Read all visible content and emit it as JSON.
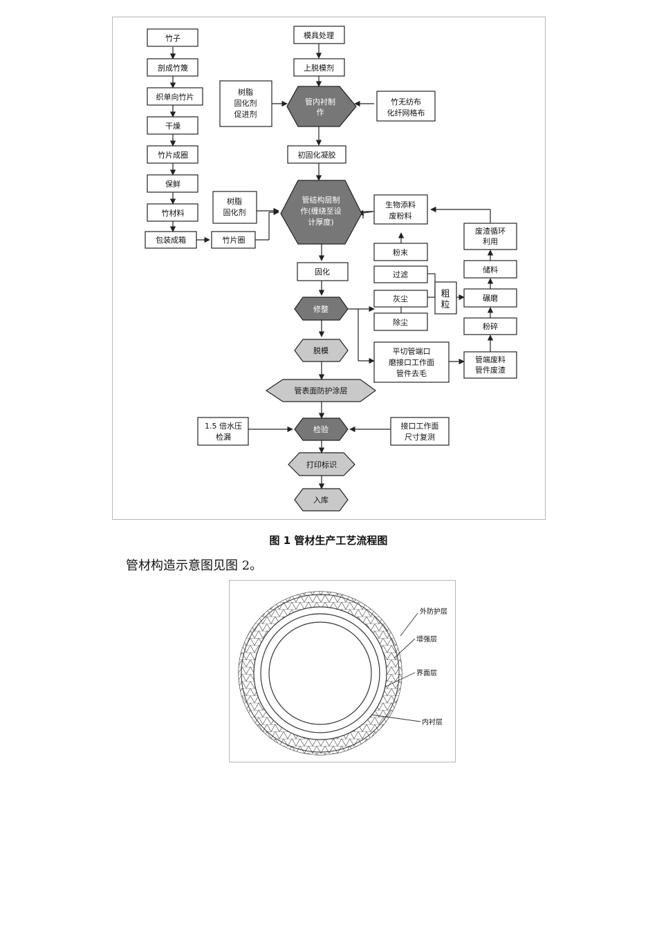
{
  "figure1": {
    "caption": "图 1 管材生产工艺流程图",
    "nodes": {
      "n_zhuzi": "竹子",
      "n_pouchengzhumie": "剖成竹篾",
      "n_zhidanxiang": "织单向竹片",
      "n_ganzao": "干燥",
      "n_zhupianchengjuan": "竹片成圈",
      "n_baoxian": "保鲜",
      "n_zhucailiao": "竹材料",
      "n_baozhuangchengxiang": "包装成箱",
      "n_zhupianjuan": "竹片圈",
      "n_shuzhi2_line1": "树脂",
      "n_shuzhi2_line2": "固化剂",
      "n_mojuchuli": "模具处理",
      "n_shangtuomoji": "上脱模剂",
      "n_shuzhi1_line1": "树脂",
      "n_shuzhi1_line2": "固化剂",
      "n_shuzhi1_line3": "促进剂",
      "n_guanneichenzhi_line1": "管内衬制",
      "n_guanneichenzhi_line2": "作",
      "n_zhuwufang_line1": "竹无纺布",
      "n_zhuwufang_line2": "化纤网格布",
      "n_chuguhua": "初固化凝胶",
      "n_guanjiegou_line1": "管结构层制",
      "n_guanjiegou_line2": "作(缠绕至设",
      "n_guanjiegou_line3": "计厚度)",
      "n_shengwu_line1": "生物添料",
      "n_shengwu_line2": "废粉料",
      "n_fenmo": "粉末",
      "n_guolv": "过滤",
      "n_huichen": "灰尘",
      "n_chuchen": "除尘",
      "n_culi_line1": "粗",
      "n_culi_line2": "粒",
      "n_feizha_line1": "废渣循环",
      "n_feizha_line2": "利用",
      "n_chuliao": "储料",
      "n_nianmo": "碾磨",
      "n_fensui": "粉碎",
      "n_guhua": "固化",
      "n_xiuzheng": "修整",
      "n_tuomo": "脱模",
      "n_pingqie_line1": "平切管端口",
      "n_pingqie_line2": "磨接口工作面",
      "n_pingqie_line3": "管件去毛",
      "n_guanduanfeiliao_line1": "管端废料",
      "n_guanduanfeiliao_line2": "管件废渣",
      "n_guanbiaomian": "管表面防护涂层",
      "n_shuiya_line1": "1.5 倍水压",
      "n_shuiya_line2": "检漏",
      "n_jianyan": "检验",
      "n_jiekou_line1": "接口工作面",
      "n_jiekou_line2": "尺寸复测",
      "n_dayin": "打印标识",
      "n_ruku": "入库"
    }
  },
  "body_text": "管材构造示意图见图 2。",
  "figure2": {
    "labels": {
      "outer": "外防护层",
      "reinforce": "增强层",
      "interface": "界面层",
      "inner": "内衬层"
    }
  }
}
